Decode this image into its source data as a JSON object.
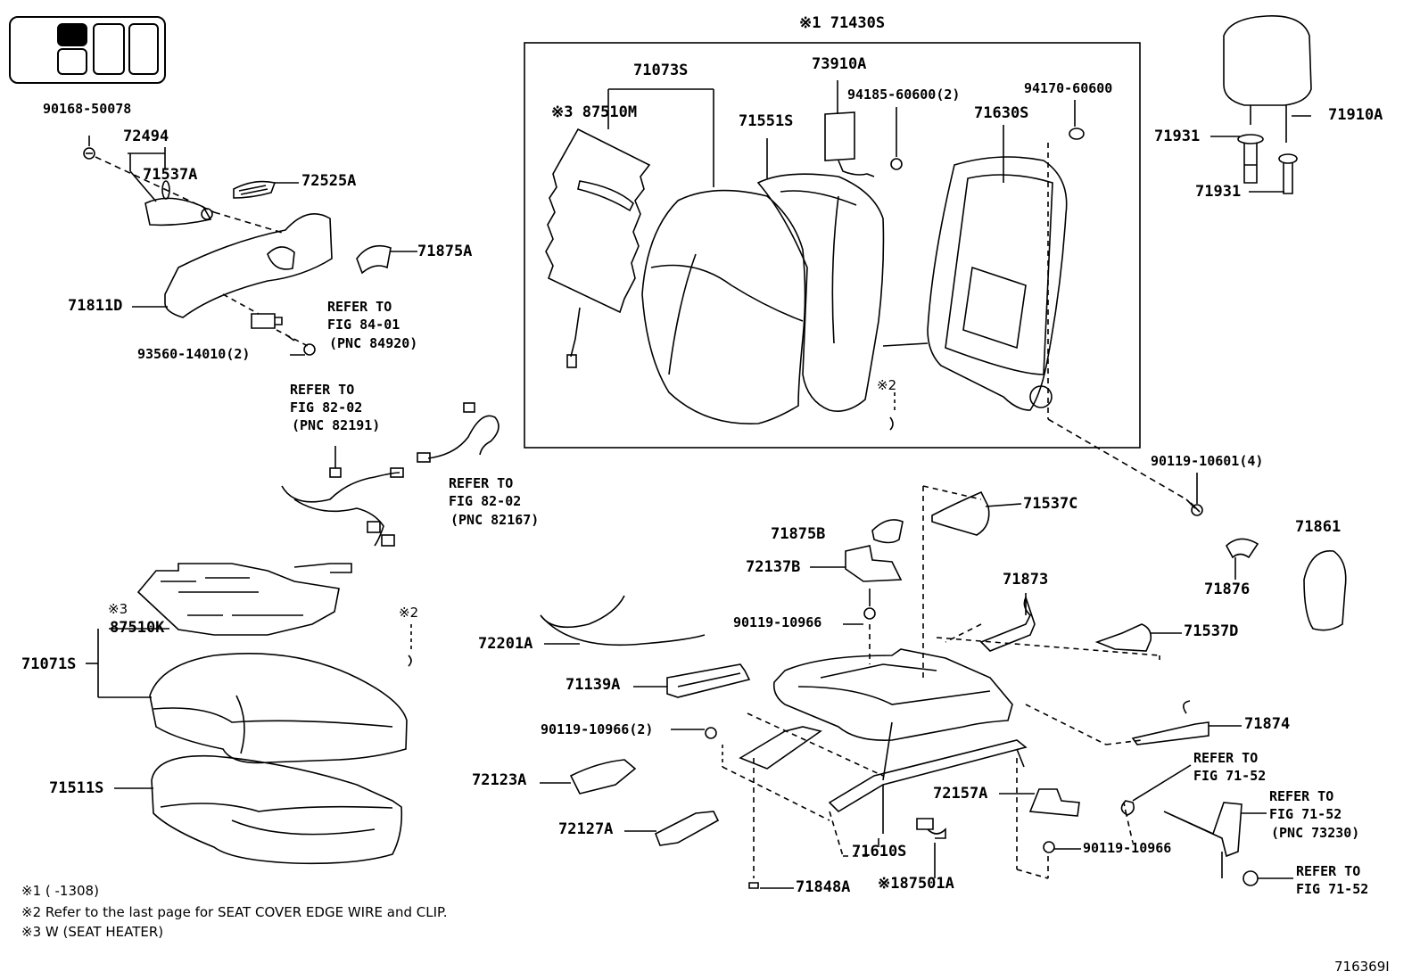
{
  "labels": {
    "p90168": "90168-50078",
    "p72494": "72494",
    "p71537A": "71537A",
    "p72525A": "72525A",
    "p71875A": "71875A",
    "p71811D": "71811D",
    "ref1": "REFER TO",
    "fig1": "FIG 84-01",
    "pnc1": "(PNC 84920)",
    "p93560": "93560-14010(2)",
    "ref2": "REFER TO",
    "fig2": "FIG 82-02",
    "pnc2": "(PNC 82191)",
    "ref3": "REFER TO",
    "fig3": "FIG 82-02",
    "pnc3": "(PNC 82167)",
    "mark3a": "※3",
    "p87510K": "87510K",
    "p71071S": "71071S",
    "mark2a": "※2",
    "p71511S": "71511S",
    "p71430S": "※1 71430S",
    "p71073S": "71073S",
    "p87510M": "※3 87510M",
    "p71551S": "71551S",
    "p73910A": "73910A",
    "p94185": "94185-60600(2)",
    "p94170": "94170-60600",
    "p71630S": "71630S",
    "mark2b": "※2",
    "p90119a": "90119-10601(4)",
    "p71910A": "71910A",
    "p71931a": "71931",
    "p71931b": "71931",
    "p71861": "71861",
    "p71876": "71876",
    "p71537C": "71537C",
    "p71875B": "71875B",
    "p72137B": "72137B",
    "p90119b": "90119-10966",
    "p72201A": "72201A",
    "p71139A": "71139A",
    "p90119c": "90119-10966(2)",
    "p72123A": "72123A",
    "p72127A": "72127A",
    "p71873": "71873",
    "p71537D": "71537D",
    "p71874": "71874",
    "ref4": "REFER TO",
    "fig4": "FIG 71-52",
    "ref5": "REFER TO",
    "fig5": "FIG 71-52",
    "pnc5": "(PNC 73230)",
    "ref6": "REFER TO",
    "fig6": "FIG 71-52",
    "p72157A": "72157A",
    "p90119d": "90119-10966",
    "p71610S": "71610S",
    "p87501A": "※187501A",
    "p71848A": "71848A"
  },
  "notes": {
    "n1": "※1 (      -1308)",
    "n2": "※2 Refer to the last page for SEAT COVER EDGE WIRE and CLIP.",
    "n3": "※3 W (SEAT HEATER)"
  },
  "figure_id": "716369I"
}
